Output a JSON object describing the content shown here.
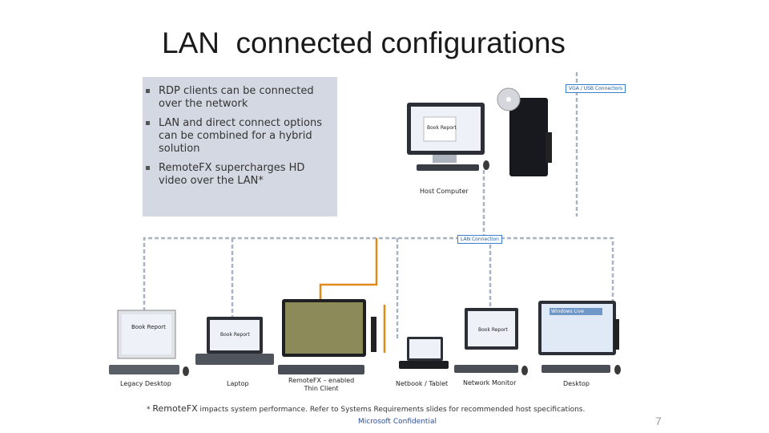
{
  "title": "LAN  connected configurations",
  "bullets": [
    "RDP clients can be connected over the network",
    "LAN and direct connect options can be combined for a hybrid solution",
    "RemoteFX supercharges HD video over the LAN*"
  ],
  "connectors": {
    "vga_usb": "VGA / USB Connectors",
    "lan": "LAN Connection"
  },
  "devices": {
    "host": "Host Computer",
    "legacy": "Legacy Desktop",
    "laptop": "Laptop",
    "thin_client": "RemoteFX – enabled\nThin Client",
    "netbook": "Netbook / Tablet",
    "network_monitor": "Network Monitor",
    "desktop": "Desktop"
  },
  "screen_text": {
    "book_report": "Book Report",
    "windows_live": "Windows Live"
  },
  "footnote": {
    "prefix": "* ",
    "remotefx": "RemoteFX",
    "rest": " impacts system performance. Refer to Systems Requirements slides for recommended host specifications."
  },
  "confidential": "Microsoft Confidential",
  "page_number": "7",
  "colors": {
    "lan_line": "#a8b4c4",
    "orange_line": "#e08a1c",
    "panel": "#d3d8e2"
  }
}
